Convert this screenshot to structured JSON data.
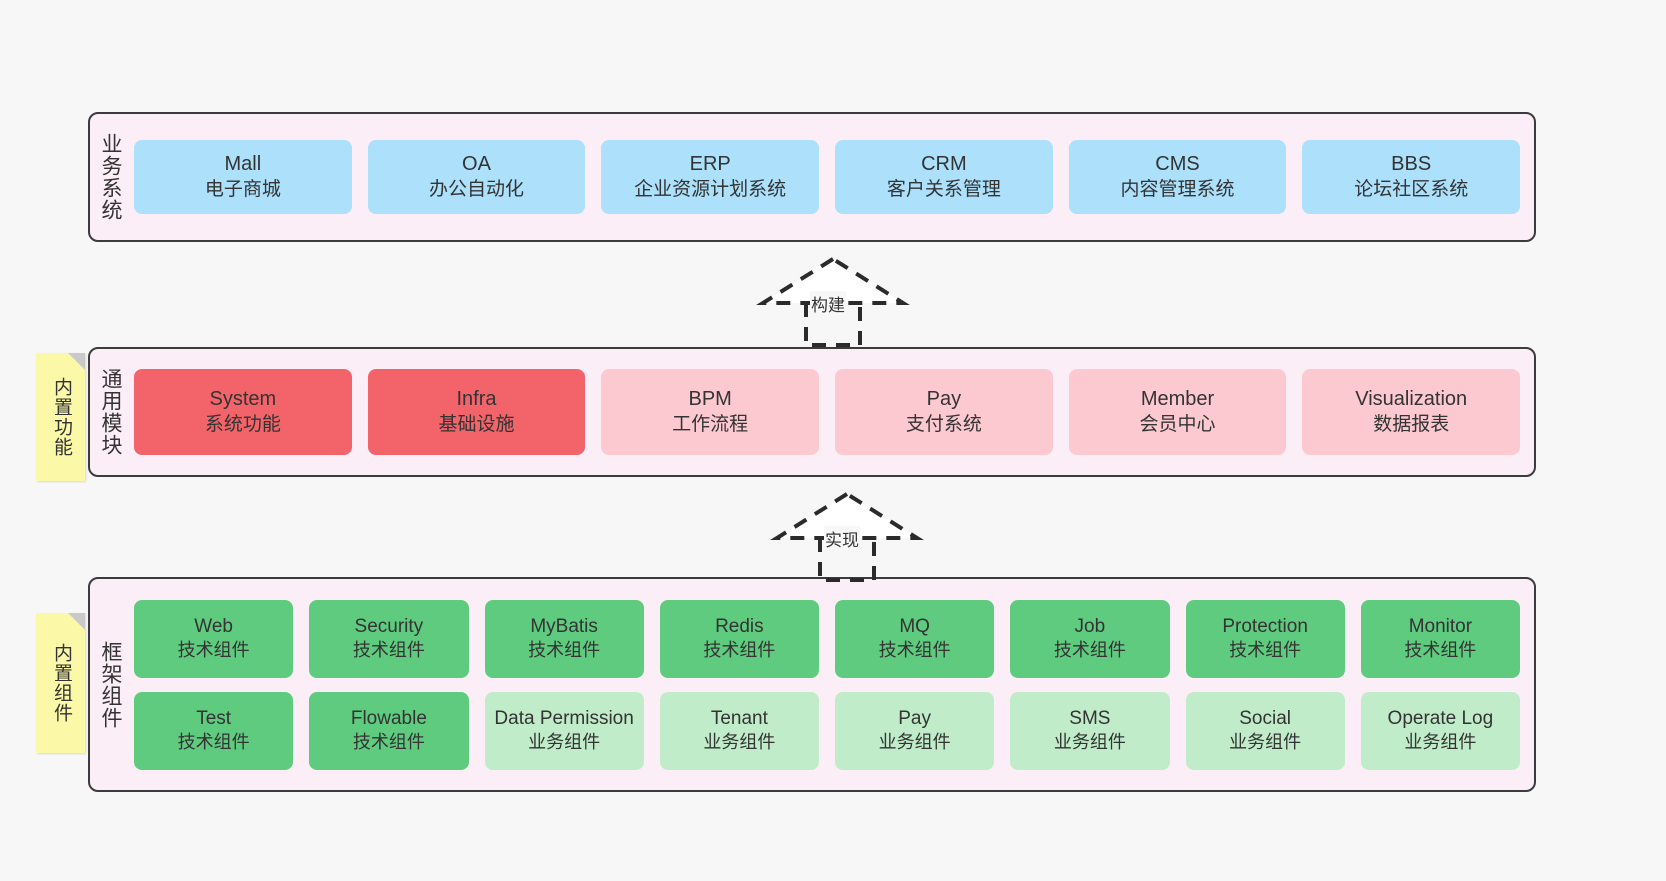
{
  "diagram": {
    "title_sections": [
      "业务系统",
      "通用模块",
      "框架组件"
    ],
    "colors": {
      "container_bg": "#fbeef6",
      "container_border": "#3c3c3c",
      "blue": "#ace0fb",
      "red": "#f2646a",
      "pink": "#fcc9d0",
      "green": "#5fcb7f",
      "green_light": "#c0ecc9",
      "note_yellow": "#fbf8a8",
      "note_fold": "#c9c9c9",
      "page_bg": "#f7f7f7"
    }
  },
  "business": {
    "label": "业务系统",
    "items": [
      {
        "name": "Mall",
        "desc": "电子商城",
        "color": "blue"
      },
      {
        "name": "OA",
        "desc": "办公自动化",
        "color": "blue"
      },
      {
        "name": "ERP",
        "desc": "企业资源计划系统",
        "color": "blue"
      },
      {
        "name": "CRM",
        "desc": "客户关系管理",
        "color": "blue"
      },
      {
        "name": "CMS",
        "desc": "内容管理系统",
        "color": "blue"
      },
      {
        "name": "BBS",
        "desc": "论坛社区系统",
        "color": "blue"
      }
    ]
  },
  "modules": {
    "label": "通用模块",
    "note": "内置功能",
    "items": [
      {
        "name": "System",
        "desc": "系统功能",
        "color": "red"
      },
      {
        "name": "Infra",
        "desc": "基础设施",
        "color": "red"
      },
      {
        "name": "BPM",
        "desc": "工作流程",
        "color": "pink"
      },
      {
        "name": "Pay",
        "desc": "支付系统",
        "color": "pink"
      },
      {
        "name": "Member",
        "desc": "会员中心",
        "color": "pink"
      },
      {
        "name": "Visualization",
        "desc": "数据报表",
        "color": "pink"
      }
    ]
  },
  "framework": {
    "label": "框架组件",
    "note": "内置组件",
    "row1": [
      {
        "name": "Web",
        "desc": "技术组件",
        "color": "green"
      },
      {
        "name": "Security",
        "desc": "技术组件",
        "color": "green"
      },
      {
        "name": "MyBatis",
        "desc": "技术组件",
        "color": "green"
      },
      {
        "name": "Redis",
        "desc": "技术组件",
        "color": "green"
      },
      {
        "name": "MQ",
        "desc": "技术组件",
        "color": "green"
      },
      {
        "name": "Job",
        "desc": "技术组件",
        "color": "green"
      },
      {
        "name": "Protection",
        "desc": "技术组件",
        "color": "green"
      },
      {
        "name": "Monitor",
        "desc": "技术组件",
        "color": "green"
      }
    ],
    "row2": [
      {
        "name": "Test",
        "desc": "技术组件",
        "color": "green"
      },
      {
        "name": "Flowable",
        "desc": "技术组件",
        "color": "green"
      },
      {
        "name": "Data Permission",
        "desc": "业务组件",
        "color": "green_light"
      },
      {
        "name": "Tenant",
        "desc": "业务组件",
        "color": "green_light"
      },
      {
        "name": "Pay",
        "desc": "业务组件",
        "color": "green_light"
      },
      {
        "name": "SMS",
        "desc": "业务组件",
        "color": "green_light"
      },
      {
        "name": "Social",
        "desc": "业务组件",
        "color": "green_light"
      },
      {
        "name": "Operate Log",
        "desc": "业务组件",
        "color": "green_light"
      }
    ]
  },
  "arrows": {
    "build": {
      "label": "构建",
      "kind": "generalization-dashed-up"
    },
    "implement": {
      "label": "实现",
      "kind": "generalization-dashed-up"
    }
  }
}
